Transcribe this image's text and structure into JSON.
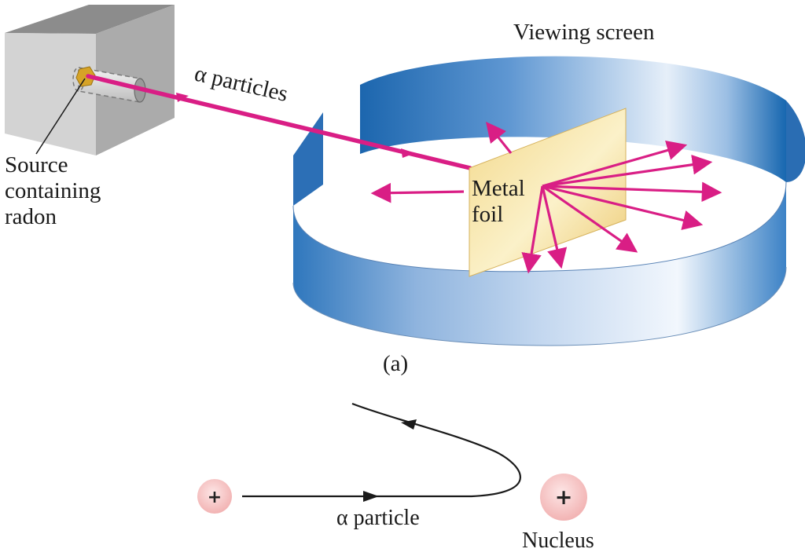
{
  "labels": {
    "viewing_screen": "Viewing screen",
    "alpha_particles": "α particles",
    "source_line1": "Source",
    "source_line2": "containing",
    "source_line3": "radon",
    "metal_foil_line1": "Metal",
    "metal_foil_line2": "foil",
    "panel_a": "(a)",
    "alpha_particle": "α particle",
    "nucleus": "Nucleus",
    "plus_sign": "+"
  },
  "colors": {
    "alpha_beam": "#d91e85",
    "screen_dark": "#1c69b0",
    "screen_light": "#e4eef9",
    "foil_light": "#fbf0c4",
    "foil_dark": "#e9c76a",
    "box_top": "#8c8c8c",
    "box_front": "#d3d3d3",
    "box_side": "#ababab",
    "charge_fill": "#f6caca"
  }
}
